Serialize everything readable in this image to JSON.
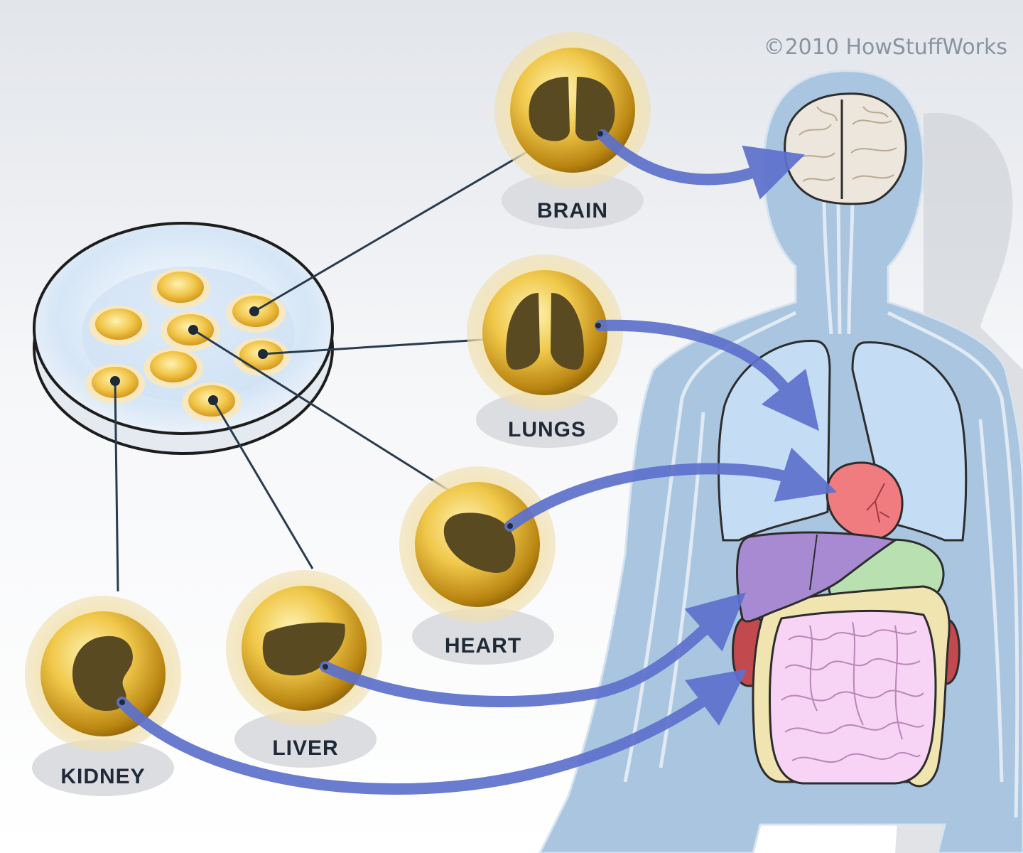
{
  "credit": "©2010 HowStuffWorks",
  "labels": {
    "brain": "BRAIN",
    "lungs": "LUNGS",
    "heart": "HEART",
    "liver": "LIVER",
    "kidney": "KIDNEY"
  },
  "colors": {
    "body": "#a9c5df",
    "cell_gold": "#d9a620",
    "nucleus": "#5a4a22",
    "arrow": "#5d71cc",
    "connector": "#2b3b4e",
    "heart": "#f07c80",
    "lung": "#c5dcf5",
    "liver": "#a88ad3",
    "stomach": "#b9e0b0",
    "intestine": "#f7d3f5",
    "kidney_organ": "#c24a4f"
  }
}
